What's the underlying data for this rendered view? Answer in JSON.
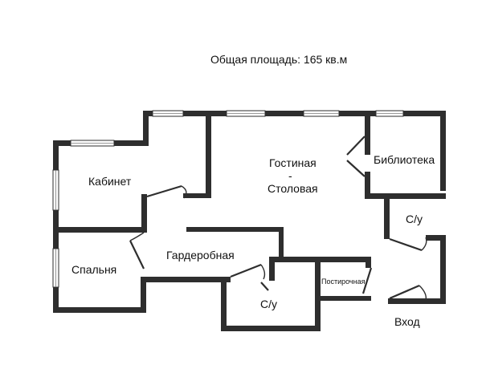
{
  "plan": {
    "total_area": "Общая площадь: 165 кв.м",
    "rooms": {
      "living_line1": "Гостиная",
      "living_dash": "-",
      "living_line2": "Столовая",
      "library": "Библиотека",
      "office": "Кабинет",
      "bathroom_right": "С/у",
      "bedroom": "Спальня",
      "wardrobe": "Гардеробная",
      "laundry": "Постирочная",
      "bathroom_bottom": "С/у",
      "entrance": "Вход"
    }
  },
  "colors": {
    "wall": "#2e2e2e",
    "background": "#ffffff"
  }
}
